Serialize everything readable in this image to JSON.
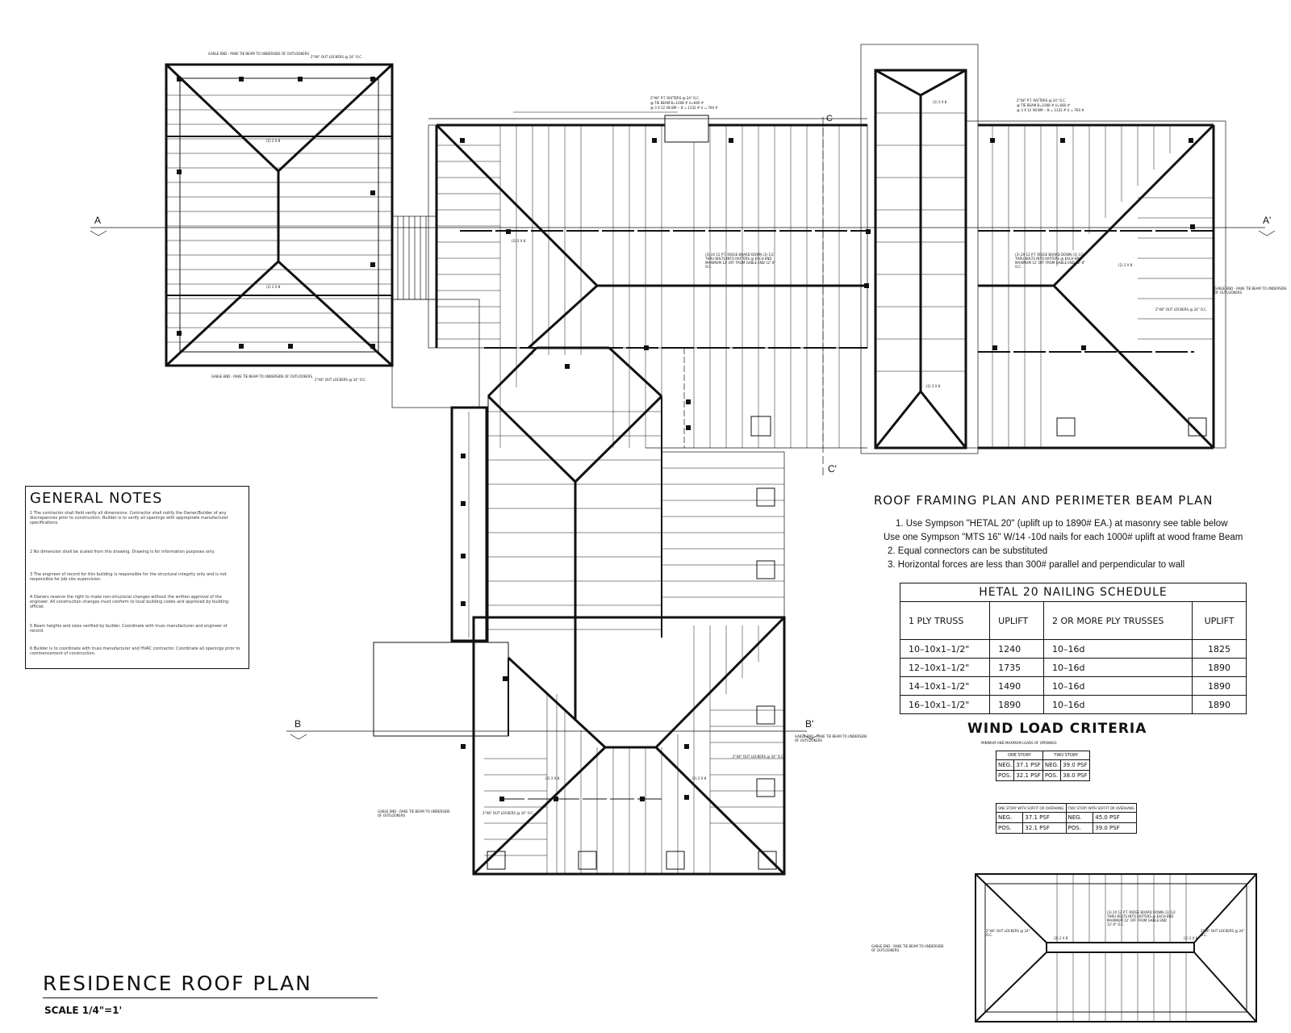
{
  "drawing": {
    "title": "RESIDENCE ROOF PLAN",
    "scale": "SCALE 1/4\"=1'"
  },
  "general_notes": {
    "title": "GENERAL NOTES",
    "notes": [
      "1  The contractor shall field verify all dimensions. Contractor shall notify the Owner/Builder of any discrepancies prior to construction. Builder is to verify all openings with appropriate manufacturer specifications.",
      "2  No dimension shall be scaled from this drawing. Drawing is for information purposes only.",
      "3  The engineer of record for this building is responsible for the structural integrity only and is not responsible for job site supervision.",
      "4  Owners reserve the right to make non-structural changes without the written approval of the engineer. All construction changes must conform to local building codes and approved by building official.",
      "5  Beam heights and sizes verified by builder. Coordinate with truss manufacturer and engineer of record.",
      "6  Builder is to coordinate with truss manufacturer and HVAC contractor. Coordinate all openings prior to commencement of construction."
    ]
  },
  "roof_framing": {
    "title": "ROOF FRAMING PLAN AND PERIMETER BEAM PLAN",
    "notes": [
      "1. Use Sympson \"HETAL 20\" (uplift up to 1890# EA.) at masonry see table below",
      "Use one Sympson \"MTS 16\" W/14 -10d nails for each 1000# uplift at wood frame Beam",
      "2. Equal connectors can be substituted",
      "3. Horizontal forces are less than 300# parallel and perpendicular to wall"
    ]
  },
  "nailing_schedule": {
    "title": "HETAL 20 NAILING SCHEDULE",
    "headers": [
      "1 PLY TRUSS",
      "UPLIFT",
      "2 OR MORE PLY TRUSSES",
      "UPLIFT"
    ],
    "rows": [
      [
        "10–10x1–1/2\"",
        "1240",
        "10–16d",
        "1825"
      ],
      [
        "12–10x1–1/2\"",
        "1735",
        "10–16d",
        "1890"
      ],
      [
        "14–10x1–1/2\"",
        "1490",
        "10–16d",
        "1890"
      ],
      [
        "16–10x1–1/2\"",
        "1890",
        "10–16d",
        "1890"
      ]
    ]
  },
  "wind_load": {
    "title": "WIND LOAD CRITERIA",
    "subtitle": "MINIMUM AND MAXIMUM LOADS OF OPENINGS",
    "table1": {
      "headers": [
        "ONE STORY",
        "TWO STORY"
      ],
      "rows": [
        [
          "NEG.",
          "37.1 PSF",
          "NEG.",
          "39.0 PSF"
        ],
        [
          "POS.",
          "32.1 PSF",
          "POS.",
          "38.0 PSF"
        ]
      ]
    },
    "table2": {
      "headers": [
        "ONE STORY WITH SOFFIT OR OVERHANG",
        "TWO STORY WITH SOFFIT OR OVERHANG"
      ],
      "rows": [
        [
          "NEG.",
          "37.1 PSF",
          "NEG.",
          "45.0 PSF"
        ],
        [
          "POS.",
          "32.1 PSF",
          "POS.",
          "39.0 PSF"
        ]
      ]
    }
  },
  "section_marks": {
    "a": "A",
    "a_prime": "A'",
    "b": "B",
    "b_prime": "B'",
    "c": "C",
    "c_prime": "C'"
  },
  "labels": {
    "gable_end": "GABLE END - RAKE TIE BEAM TO UNDERSIDE OF OUTLOOKERS",
    "outlookers": "2\"X8\" OUT LOCKERS @ 24\" O.C.",
    "rafters": "2\"X8\" P.T. RAFTERS @ 24\" O.C.",
    "tie_beam": "@ TIE BEAM B=1008 # U=660 #",
    "vb": "@ 3 X 12 VB BM -- B = 1332 # U = 760 #",
    "two_by_eight": "(2) 2 X 8",
    "ridge_board": "(3) 2X 12 P.T. RIDGE BOARD DOWN (3) 1/2 THRU BOLTS INTO RAFTERS @ EACH END MAXIMUM 12' OFF FROM GABLE END 12'-0\" O.C."
  }
}
